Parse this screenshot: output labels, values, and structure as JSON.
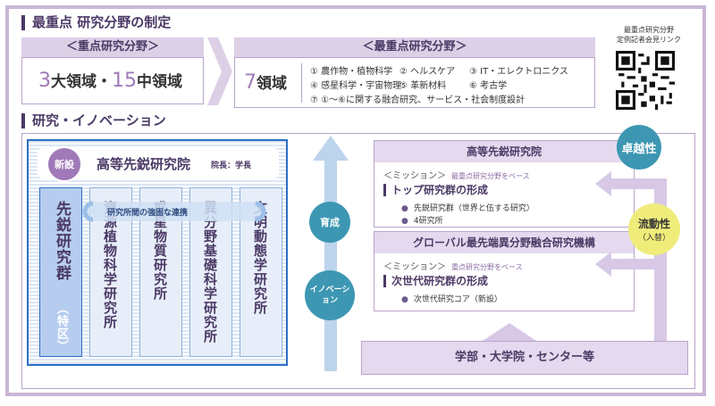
{
  "section1": {
    "title": "最重点 研究分野の制定",
    "key_box": {
      "header": "＜重点研究分野＞",
      "num1": "3",
      "label1": "大領域・",
      "num2": "15",
      "label2": "中領域"
    },
    "top_box": {
      "header": "＜最重点研究分野＞",
      "num": "7",
      "label": "領域",
      "fields": [
        "① 農作物・植物科学",
        "② ヘルスケア",
        "③ IT・エレクトロニクス",
        "④ 感星科学・宇宙物理",
        "⑤ 革新材料",
        "⑥ 考古学",
        "⑦ ①～⑥に関する融合研究、サービス・社会制度設計"
      ]
    },
    "qr_caption_line1": "最重点研究分野",
    "qr_caption_line2": "定例記者会見リンク"
  },
  "section2": {
    "title": "研究・イノベーション",
    "institute": {
      "badge": "新設",
      "name": "高等先鋭研究院",
      "head": "院長：学長",
      "link_label": "研究所間の強固な連携",
      "columns": [
        {
          "label": "先鋭研究群",
          "sub": "（特区）"
        },
        {
          "label": "資源植物科学研究所"
        },
        {
          "label": "惑星物質研究所"
        },
        {
          "label": "異分野基礎科学研究所"
        },
        {
          "label": "文明動態学研究所"
        }
      ]
    },
    "arrow_labels": {
      "grow": "育成",
      "innovation": "イノベーション"
    },
    "advanced": {
      "title": "高等先鋭研究院",
      "mission": "＜ミッション＞",
      "mission_sub": "最重点研究分野をベース",
      "subhead": "トップ研究群の形成",
      "bullets": [
        "先鋭研究群（世界と伍する研究）",
        "4研究所"
      ]
    },
    "global": {
      "title": "グローバル最先端異分野融合研究機構",
      "mission": "＜ミッション＞",
      "mission_sub": "重点研究分野をベース",
      "subhead": "次世代研究群の形成",
      "bullets": [
        "次世代研究コア（新設）"
      ]
    },
    "faculty": "学部・大学院・センター等",
    "excellence": "卓越性",
    "mobility": "流動性",
    "mobility_sub": "（入替）"
  },
  "colors": {
    "purple_dark": "#4b3a66",
    "purple_light": "#dcd0e6",
    "blue": "#2c6fc4",
    "teal": "#3d97b3"
  }
}
